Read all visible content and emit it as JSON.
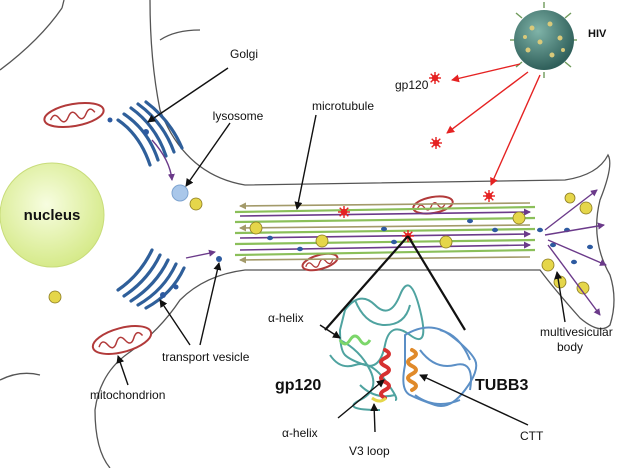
{
  "diagram": {
    "labels": {
      "hiv": "HIV",
      "gp120_top": "gp120",
      "golgi": "Golgi",
      "lysosome": "lysosome",
      "microtubule": "microtubule",
      "nucleus": "nucleus",
      "alpha_helix_top": "α-helix",
      "gp120_bottom": "gp120",
      "tubb3": "TUBB3",
      "multivesicular_1": "multivesicular",
      "multivesicular_2": "body",
      "transport_vesicle": "transport vesicle",
      "mitochondrion": "mitochondrion",
      "alpha_helix_bottom": "α-helix",
      "v3_loop": "V3 loop",
      "ctt": "CTT"
    },
    "colors": {
      "membrane": "#555555",
      "nucleus": "#e9f5b8",
      "golgi": "#2f5f9a",
      "mitochondrion": "#b23a3a",
      "microtubule_green": "#8bbf5a",
      "microtubule_purple": "#6b3a8a",
      "arrow_tan": "#a39a6a",
      "vesicle_blue": "#2d5aa0",
      "yellow_body": "#e5d64a",
      "gp120_red": "#e52222",
      "protein_teal": "#4fa3a0",
      "protein_blue": "#5b8fc6",
      "helix_red": "#d63030",
      "helix_orange": "#e08a2a"
    }
  }
}
